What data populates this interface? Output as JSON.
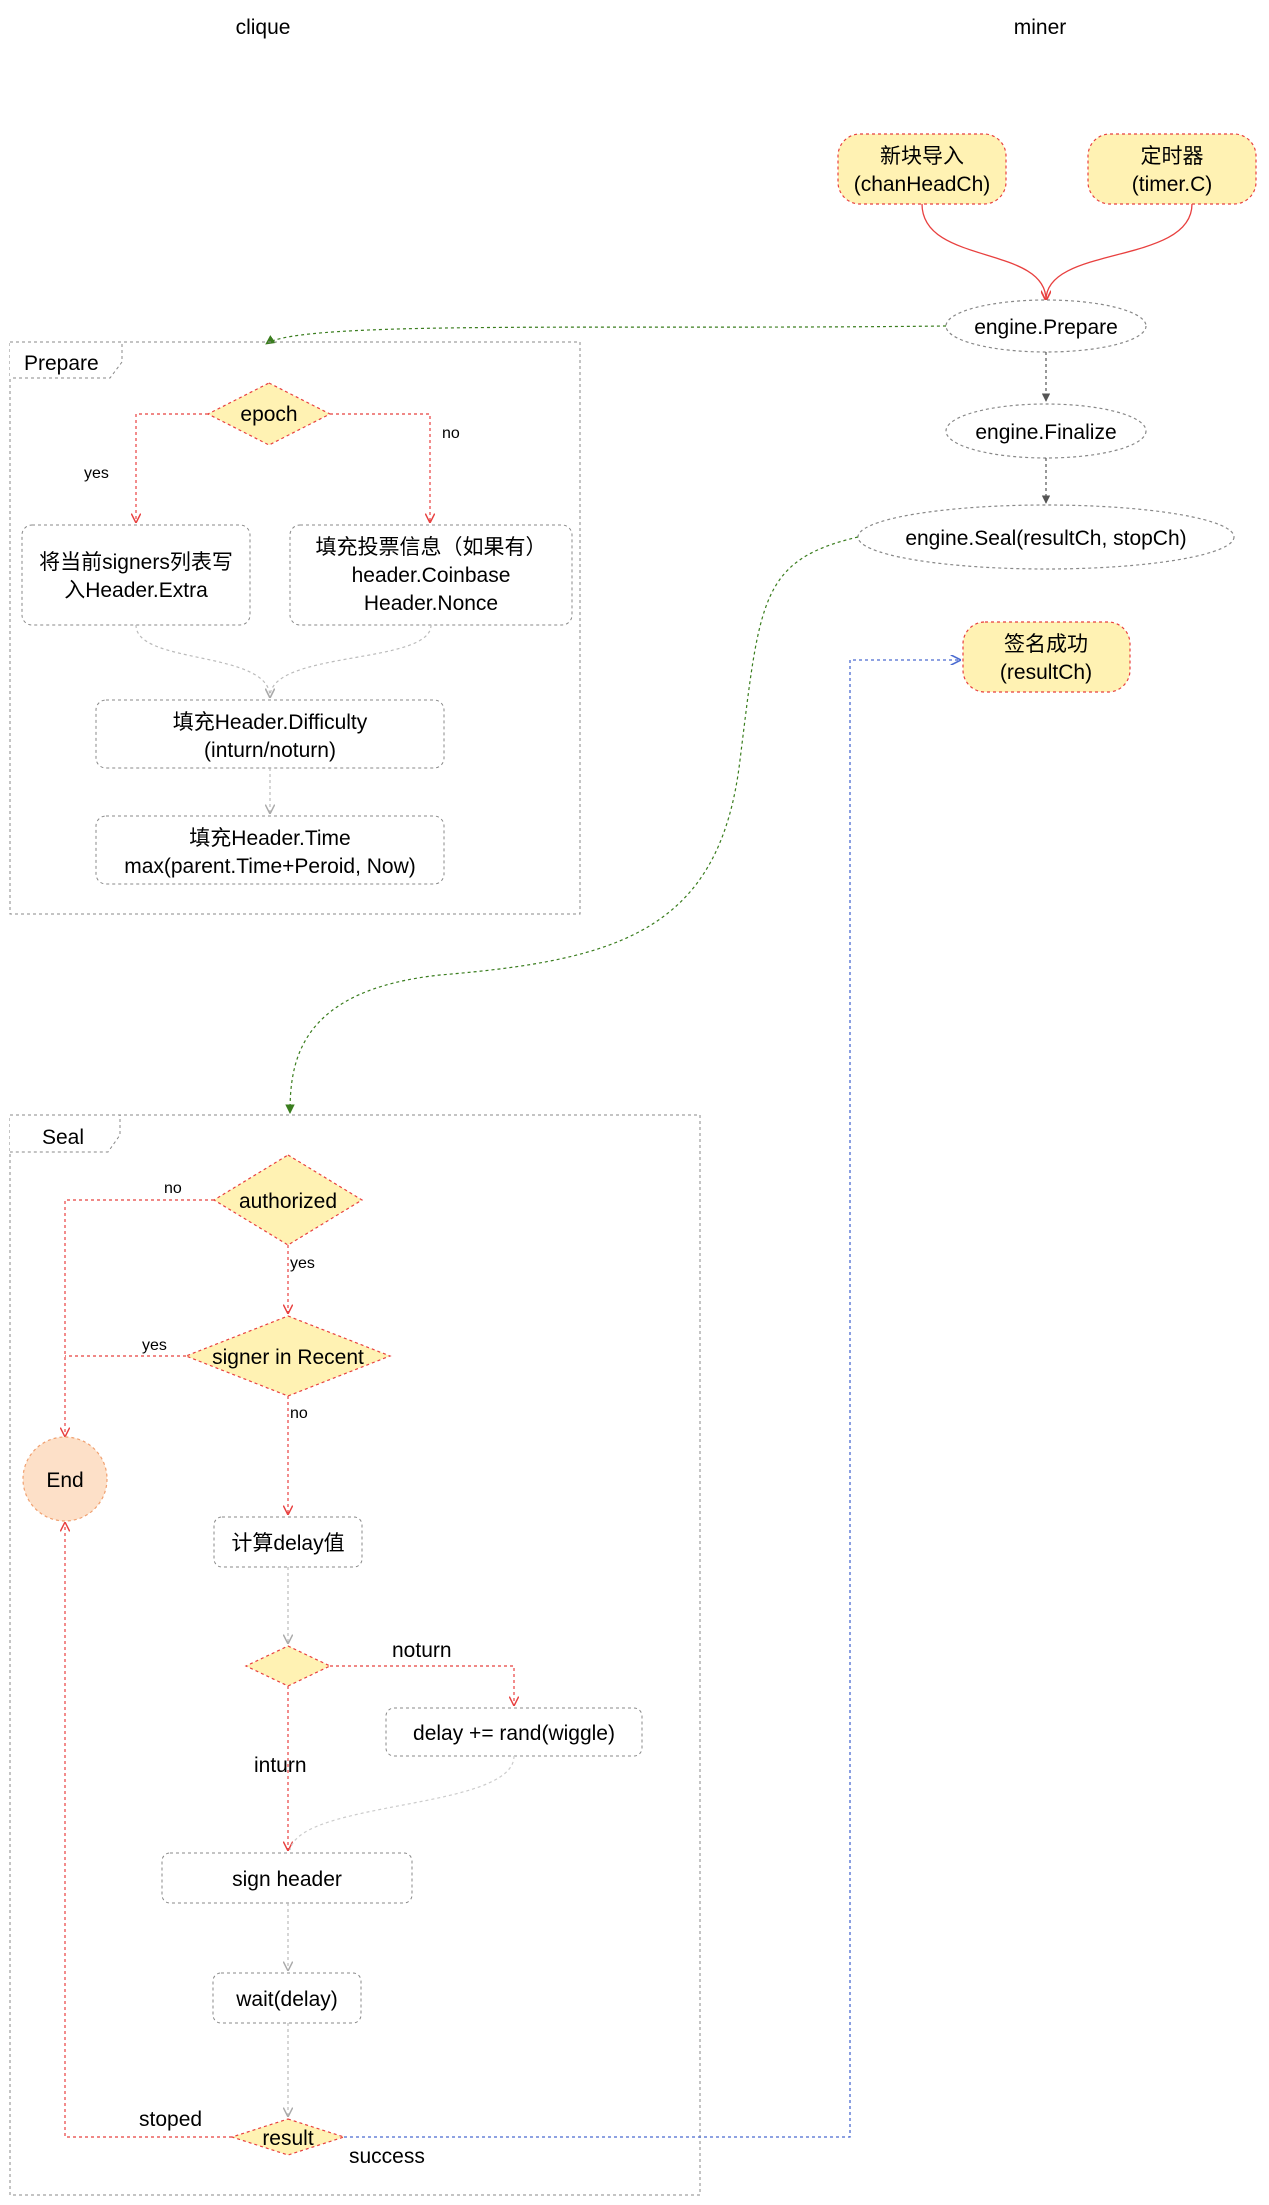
{
  "lanes": {
    "left": "clique",
    "right": "miner"
  },
  "miner": {
    "new_block": [
      "新块导入",
      "(chanHeadCh)"
    ],
    "timer": [
      "定时器",
      "(timer.C)"
    ],
    "prepare": "engine.Prepare",
    "finalize": "engine.Finalize",
    "seal": "engine.Seal(resultCh, stopCh)",
    "signed": [
      "签名成功",
      "(resultCh)"
    ]
  },
  "prepare_group": {
    "title": "Prepare",
    "epoch": "epoch",
    "yes": "yes",
    "no": "no",
    "write_signers": [
      "将当前signers列表写",
      "入Header.Extra"
    ],
    "fill_vote": [
      "填充投票信息（如果有）",
      "header.Coinbase",
      "Header.Nonce"
    ],
    "fill_difficulty": [
      "填充Header.Difficulty",
      "(inturn/noturn)"
    ],
    "fill_time": [
      "填充Header.Time",
      "max(parent.Time+Peroid, Now)"
    ]
  },
  "seal_group": {
    "title": "Seal",
    "authorized": "authorized",
    "authorized_no": "no",
    "authorized_yes": "yes",
    "signer_recent": "signer in Recent",
    "recent_yes": "yes",
    "recent_no": "no",
    "end": "End",
    "calc_delay": "计算delay值",
    "noturn": "noturn",
    "inturn": "inturn",
    "delay_wiggle": "delay += rand(wiggle)",
    "sign_header": "sign header",
    "wait_delay": "wait(delay)",
    "result": "result",
    "stoped": "stoped",
    "success": "success"
  },
  "colors": {
    "yellow_fill": "#fff2b3",
    "end_fill": "#fde0c8",
    "red": "#e8403f",
    "green": "#3a7d1e",
    "blue": "#4a6bd1",
    "gray_border": "#888888"
  }
}
